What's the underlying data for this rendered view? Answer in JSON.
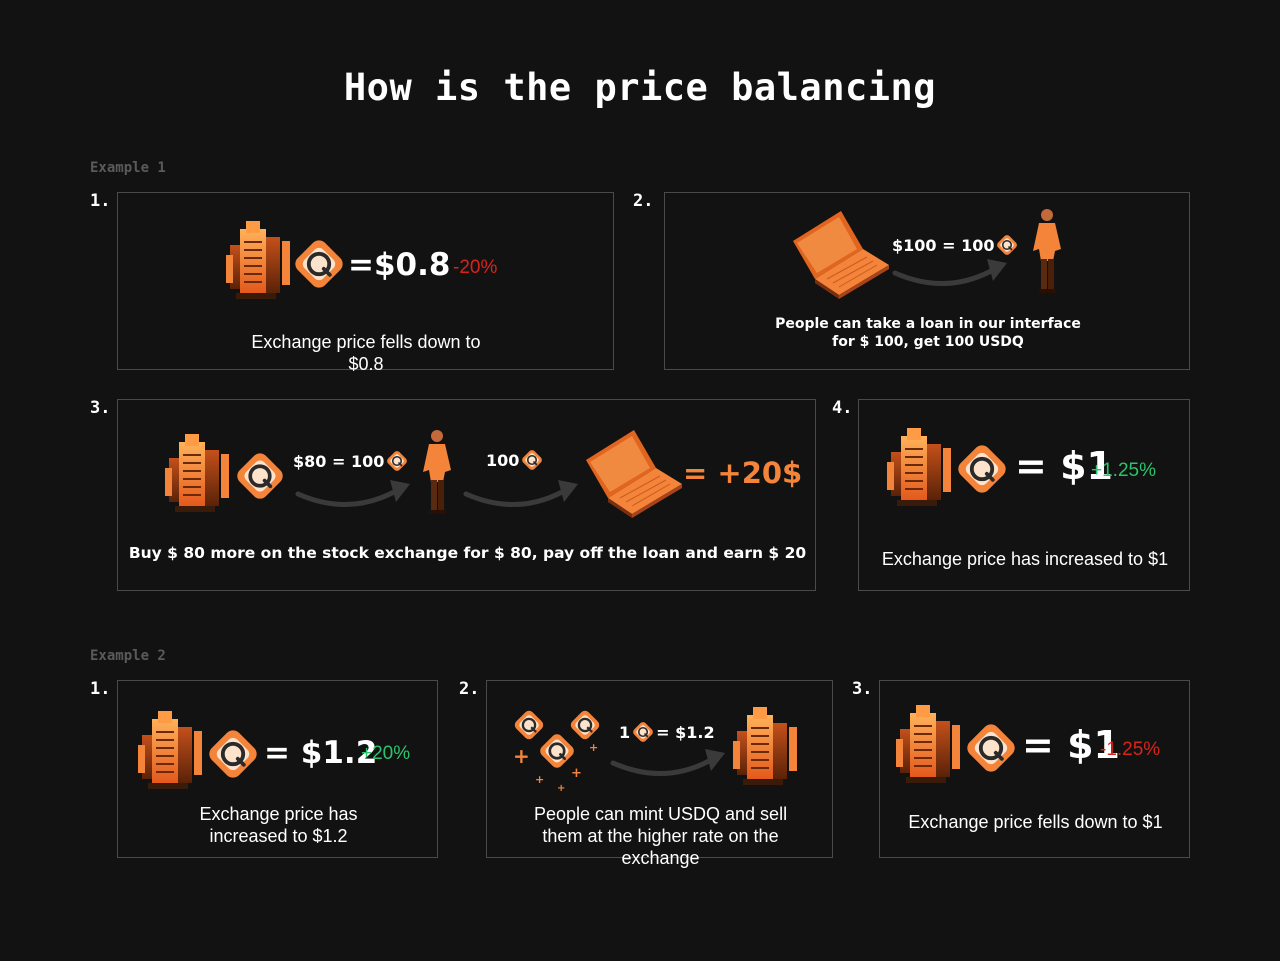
{
  "title": "How is the price balancing",
  "colors": {
    "accent": "#f3843a",
    "negative": "#d8231c",
    "positive": "#2bc46a",
    "background": "#121212",
    "border": "#4a4a4a"
  },
  "example1": {
    "label": "Example 1",
    "step1": {
      "number": "1.",
      "price": "$0.8",
      "change": "-20%",
      "caption": "Exchange price fells down to $0.8"
    },
    "step2": {
      "number": "2.",
      "equation": "$100 = 100",
      "caption_line1": "People can take a loan in our interface",
      "caption_line2": "for $ 100, get 100 USDQ"
    },
    "step3": {
      "number": "3.",
      "equation1": "$80 = 100",
      "equation2": "100",
      "result": "= +20$",
      "caption": "Buy $ 80 more on the stock exchange for $ 80, pay off the loan and earn $ 20"
    },
    "step4": {
      "number": "4.",
      "price": "$1",
      "change": "+1.25%",
      "caption": "Exchange price has increased to $1"
    }
  },
  "example2": {
    "label": "Example 2",
    "step1": {
      "number": "1.",
      "price": "$1.2",
      "change": "+20%",
      "caption_line1": "Exchange price has",
      "caption_line2": "increased to $1.2"
    },
    "step2": {
      "number": "2.",
      "eq_left": "1",
      "eq_right": "= $1.2",
      "caption_line1": "People can mint USDQ and sell",
      "caption_line2": "them at the higher rate on the",
      "caption_line3": "exchange"
    },
    "step3": {
      "number": "3.",
      "price": "$1",
      "change": "-1.25%",
      "caption": "Exchange price fells down to $1"
    }
  },
  "icons": [
    "building-icon",
    "usdq-coin-icon",
    "laptop-icon",
    "person-icon",
    "arrow-icon"
  ]
}
